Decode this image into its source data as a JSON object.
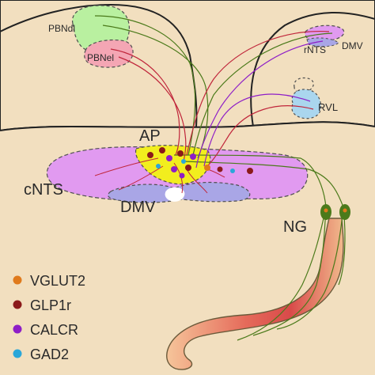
{
  "regions": {
    "pbndl": "PBNdl",
    "pbnel": "PBNel",
    "rnts": "rNTS",
    "dmv_top": "DMV",
    "rvl": "RVL",
    "ap": "AP",
    "cnts": "cNTS",
    "dmv": "DMV",
    "ng": "NG"
  },
  "legend": [
    {
      "label": "VGLUT2",
      "color": "#e07a1c",
      "icon": "vglut2-neuron-icon"
    },
    {
      "label": "GLP1r",
      "color": "#8b1a1a",
      "icon": "glp1r-neuron-icon"
    },
    {
      "label": "CALCR",
      "color": "#8e1ec7",
      "icon": "calcr-neuron-icon"
    },
    {
      "label": "GAD2",
      "color": "#2aa7d9",
      "icon": "gad2-neuron-icon"
    }
  ],
  "colors": {
    "tissue": "#f2dfbf",
    "cnts_fill": "#e19af0",
    "ap_fill": "#f2ee1e",
    "dmv_fill": "#a9a6e6",
    "pbndl_fill": "#b9f0a0",
    "pbnel_fill": "#f4a6b4",
    "rvl_fill": "#aad6ee",
    "nerve": "#4b7a1a",
    "fiber_red": "#c0263b",
    "fiber_purple": "#8e1ec7"
  }
}
